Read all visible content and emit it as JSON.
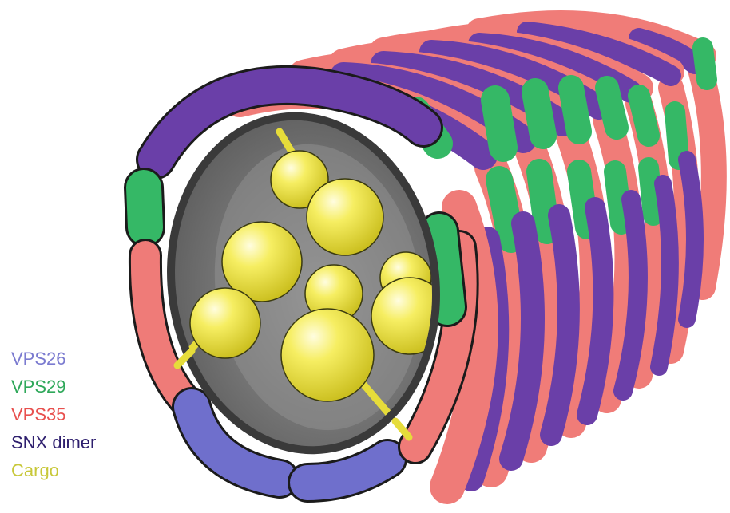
{
  "legend": [
    {
      "label": "VPS26",
      "color": "#7b7bd0"
    },
    {
      "label": "VPS29",
      "color": "#2fa85a"
    },
    {
      "label": "VPS35",
      "color": "#e8504e"
    },
    {
      "label": "SNX dimer",
      "color": "#2e1f6e"
    },
    {
      "label": "Cargo",
      "color": "#c8c83a"
    }
  ],
  "colors": {
    "vps26": "#6f6fcc",
    "vps29": "#35b866",
    "vps35": "#ef7b78",
    "snx": "#6a3fa8",
    "cargo": "#f4ec5a",
    "lumen": "#7c7c7c"
  }
}
